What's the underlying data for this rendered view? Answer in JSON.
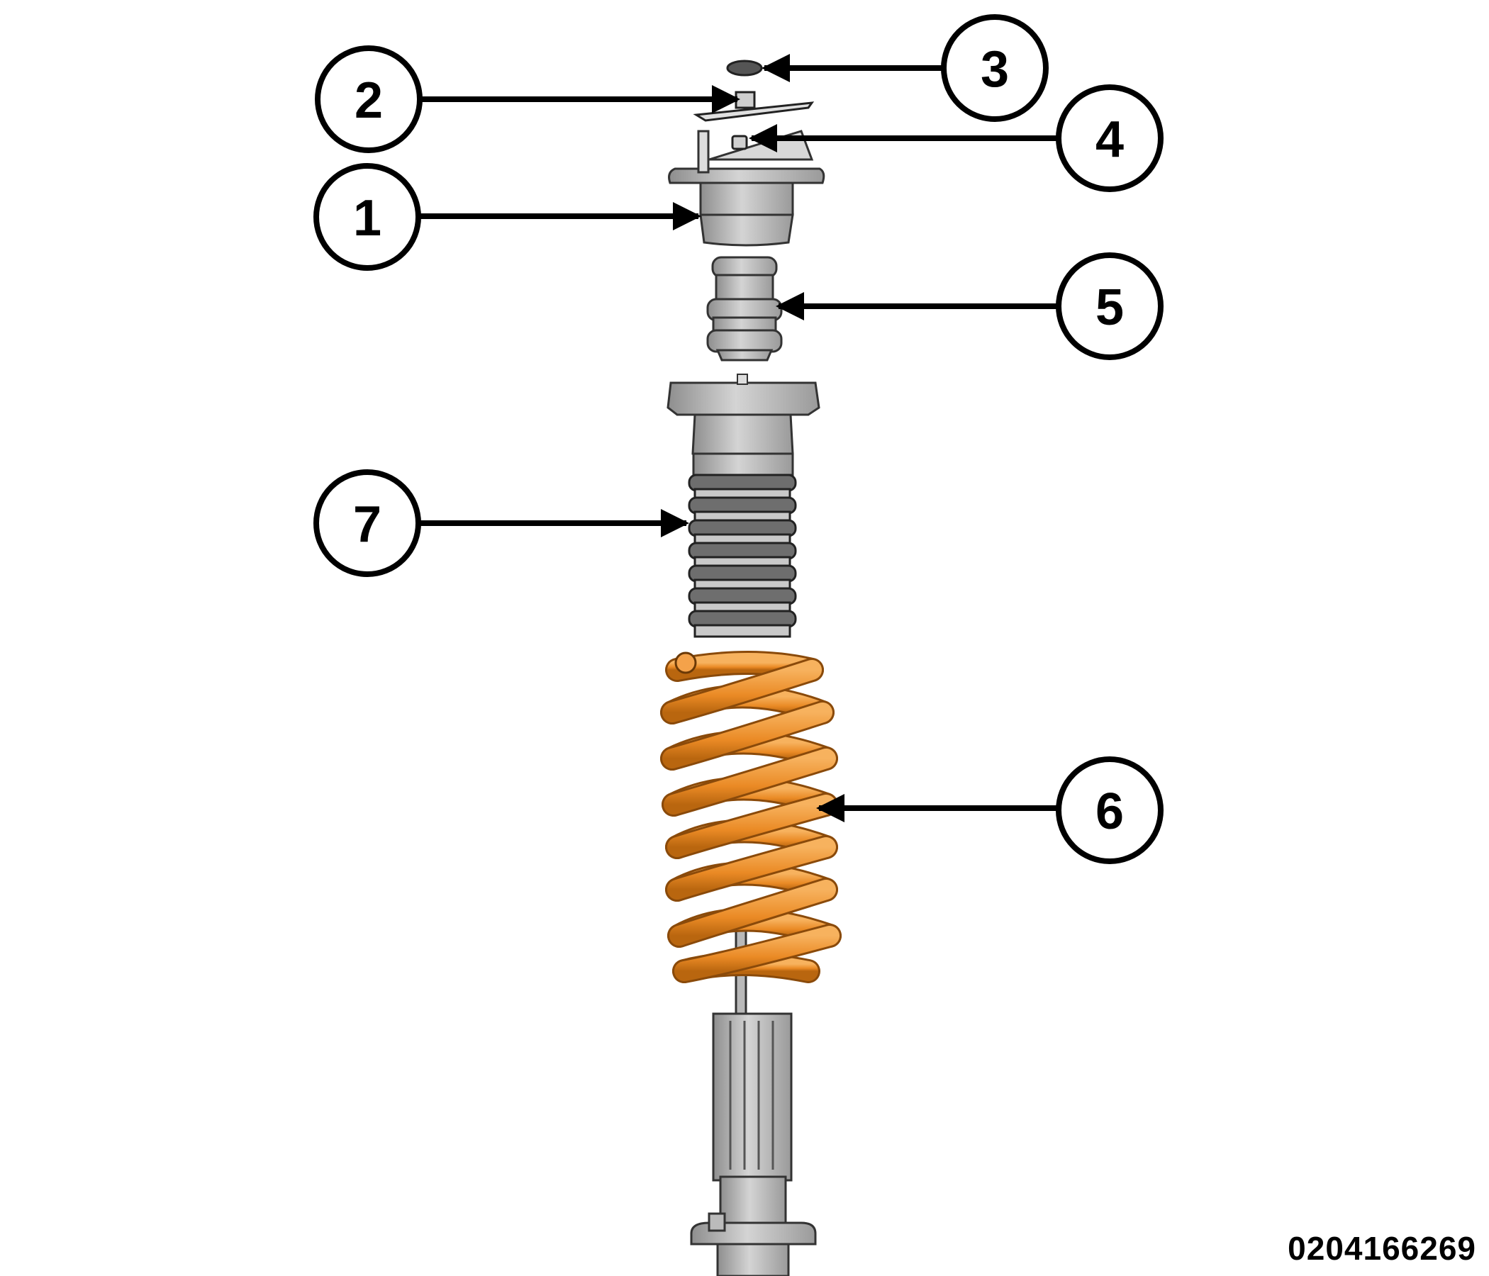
{
  "figure_id": "0204166269",
  "callouts": [
    "1",
    "2",
    "3",
    "4",
    "5",
    "6",
    "7"
  ],
  "colors": {
    "spring": "#ef8d2c",
    "spring_dark": "#a85a12",
    "part_gray": "#c4c4c4",
    "part_dark": "#7a7a7a",
    "line": "#000000"
  },
  "parts": {
    "1": "upper-strut-mount-icon",
    "2": "strut-nut-icon",
    "3": "cap-icon",
    "4": "mount-nut-icon",
    "5": "jounce-bumper-icon",
    "6": "coil-spring-icon",
    "7": "dust-boot-icon"
  }
}
